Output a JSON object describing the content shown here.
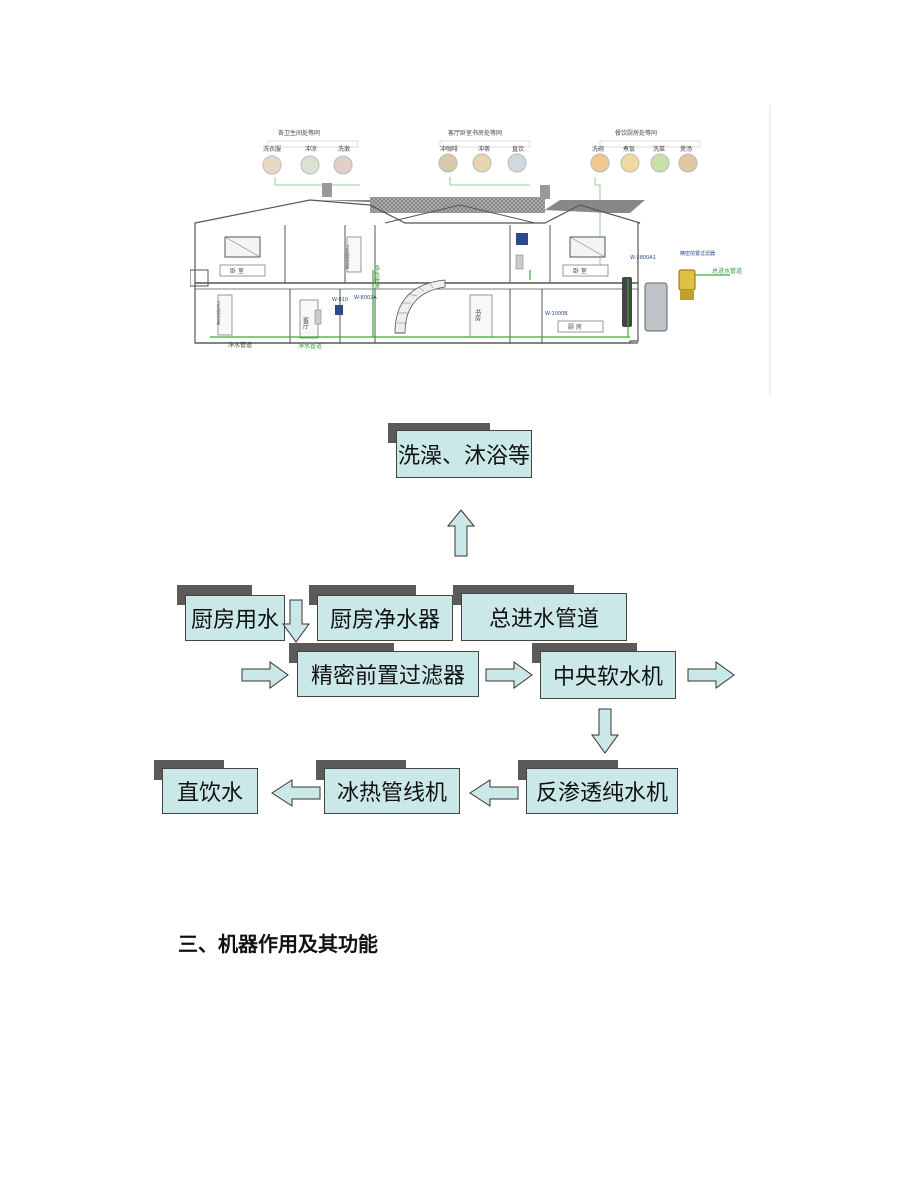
{
  "house_diagram": {
    "labels": {
      "bath_group": "各卫生间处等同",
      "bath_items": [
        "洗衣服",
        "冲凉",
        "洗漱"
      ],
      "living_group": "客厅卧室书房处等同",
      "living_items": [
        "冲咖啡",
        "冲茶",
        "直饮"
      ],
      "kitchen_group": "餐饮厨房处等同",
      "kitchen_items": [
        "洗碗",
        "煮饭",
        "洗菜",
        "煲汤"
      ],
      "bedroom_left": "卧 室",
      "bedroom_right": "卧 室",
      "bath_right": "卫生间洗衣房",
      "bath_left": "卫生间洗衣房",
      "living_room": "客厅",
      "study": "书房",
      "kitchen": "厨 房",
      "pipe_main": "净水管道",
      "pipe_up": "净水管道",
      "pipe_clean": "净水管道",
      "pipe_inlet": "总进水管道",
      "prefilter": "精密前置过滤器",
      "model_2800": "W-2800A1",
      "model_1000": "W-1000B",
      "model_80": "W-8002A",
      "model_010": "W-010"
    }
  },
  "flow": {
    "bath": "洗澡、沐浴等",
    "kitchen_water": "厨房用水",
    "kitchen_purifier": "厨房净水器",
    "main_inlet": "总进水管道",
    "prefilter": "精密前置过滤器",
    "softener": "中央软水机",
    "ro": "反渗透纯水机",
    "hot_cold": "冰热管线机",
    "drinking": "直饮水"
  },
  "section_heading": "三、机器作用及其功能"
}
